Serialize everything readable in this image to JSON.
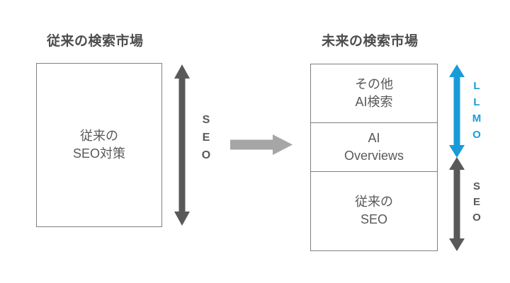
{
  "left": {
    "title": "従来の検索市場",
    "box_label": "従来の\nSEO対策",
    "arrow_label": "S\nE\nO"
  },
  "right": {
    "title": "未来の検索市場",
    "sections": [
      {
        "label": "その他\nAI検索"
      },
      {
        "label": "AI\nOverviews"
      },
      {
        "label": "従来の\nSEO"
      }
    ],
    "llmo_label": "L\nL\nM\nO",
    "seo_label": "S\nE\nO"
  },
  "colors": {
    "arrow_dark_gray": "#595959",
    "arrow_light_gray": "#a6a6a6",
    "accent_blue": "#189cd8",
    "box_border_gray": "#7f7f7f",
    "text_gray": "#595959",
    "title_gray": "#4d4d4d"
  }
}
